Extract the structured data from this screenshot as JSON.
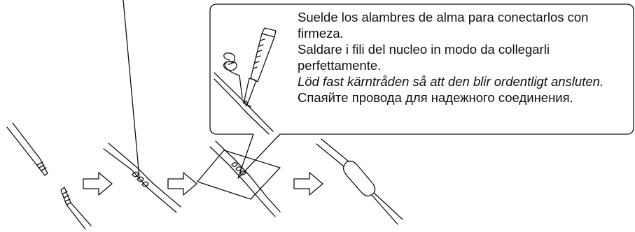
{
  "instructions": {
    "spanish": "Suelde los alambres de alma para conectarlos con firmeza.",
    "italian": "Saldare i fili del nucleo in modo da collegarli perfettamente.",
    "swedish": "Löd fast kärntråden så att den blir ordentligt ansluten.",
    "russian": "Спаяйте провода для надежного соединения."
  },
  "steps": [
    {
      "id": "1",
      "depicts": "two stripped wire ends"
    },
    {
      "id": "2",
      "depicts": "core wires twisted together"
    },
    {
      "id": "3",
      "depicts": "joint soldered, paper placed underneath"
    },
    {
      "id": "4",
      "depicts": "joint covered with insulating sleeve"
    }
  ],
  "colors": {
    "line": "#111111",
    "background": "#ffffff"
  }
}
